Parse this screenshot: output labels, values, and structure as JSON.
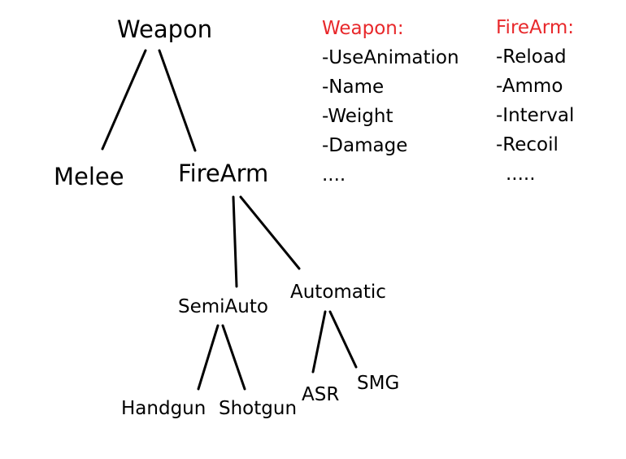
{
  "colors": {
    "heading": "#e8282b",
    "text": "#000000",
    "line": "#000000",
    "background": "#ffffff"
  },
  "nodes": {
    "weapon": "Weapon",
    "melee": "Melee",
    "firearm": "FireArm",
    "semiauto": "SemiAuto",
    "automatic": "Automatic",
    "handgun": "Handgun",
    "shotgun": "Shotgun",
    "asr": "ASR",
    "smg": "SMG"
  },
  "weapon_props": {
    "title": "Weapon:",
    "items": [
      "-UseAnimation",
      "-Name",
      "-Weight",
      "-Damage",
      "...."
    ]
  },
  "firearm_props": {
    "title": "FireArm:",
    "items": [
      "-Reload",
      "-Ammo",
      "-Interval",
      "-Recoil",
      "....."
    ]
  }
}
